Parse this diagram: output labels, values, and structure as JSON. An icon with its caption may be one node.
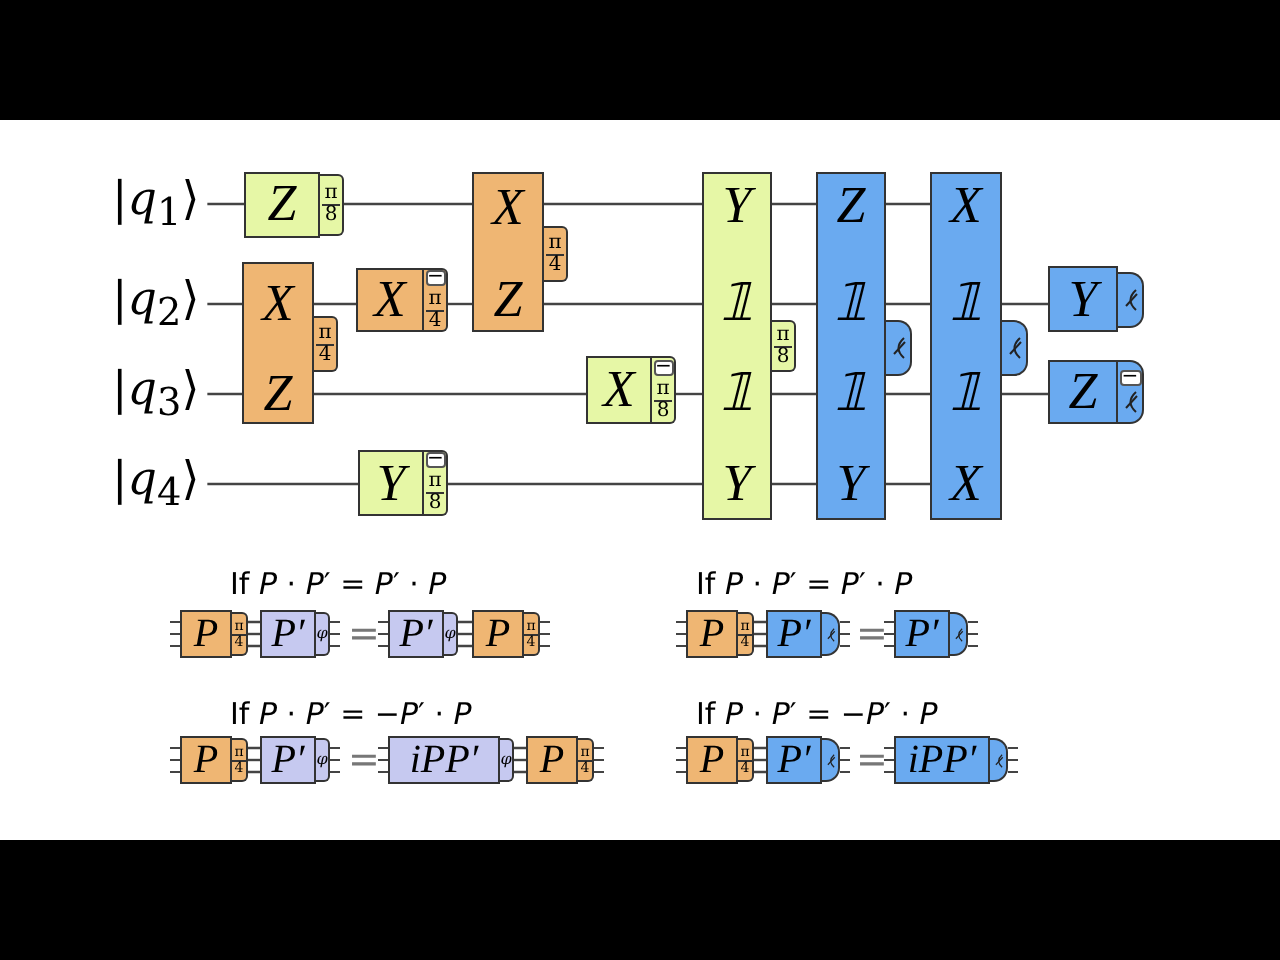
{
  "diagram": {
    "nodes": [
      {
        "text": [
          "|*q*$_{1}$⟩"
        ]
      },
      {
        "text": [
          "|*q*$_{2}$⟩"
        ]
      },
      {
        "text": [
          "|*q*$_{3}$⟩"
        ]
      },
      {
        "text": [
          "|*q*$_{4}$⟩"
        ]
      },
      {
        "text": [
          "Z"
        ],
        "beside": [
          "π",
          "8"
        ]
      },
      {
        "text": [
          "X",
          "Z"
        ],
        "beside": [
          "π",
          "4"
        ]
      },
      {
        "text": [
          "X"
        ],
        "beside": [
          "−",
          "π",
          "4"
        ]
      },
      {
        "text": [
          "X",
          "Z"
        ],
        "beside": [
          "π",
          "4"
        ]
      },
      {
        "text": [
          "X"
        ],
        "beside": [
          "−",
          "π",
          "8"
        ]
      },
      {
        "text": [
          "Y"
        ],
        "beside": [
          "−",
          "π",
          "8"
        ]
      },
      {
        "text": [
          "Y",
          "𝟙",
          "𝟙",
          "Y"
        ],
        "beside": [
          "π",
          "8"
        ]
      },
      {
        "text": [
          "Z",
          "𝟙",
          "𝟙",
          "Y"
        ]
      },
      {
        "text": [
          "X",
          "𝟙",
          "𝟙",
          "X"
        ]
      },
      {
        "text": [
          "Y"
        ]
      },
      {
        "text": [
          "Z"
        ],
        "beside": [
          "−"
        ]
      },
      {
        "text": [
          "P"
        ],
        "beside": [
          "π",
          "4"
        ]
      },
      {
        "text": [
          "P′"
        ],
        "beside": [
          "φ"
        ]
      },
      {
        "text": [
          "P′"
        ],
        "beside": [
          "φ"
        ]
      },
      {
        "text": [
          "P"
        ],
        "beside": [
          "π",
          "4"
        ]
      },
      {
        "text": [
          "P"
        ],
        "beside": [
          "π",
          "4"
        ]
      },
      {
        "text": [
          "P′"
        ],
        "beside": [
          "φ"
        ]
      },
      {
        "text": [
          "iPP′"
        ],
        "beside": [
          "φ"
        ]
      },
      {
        "text": [
          "P"
        ],
        "beside": [
          "π",
          "4"
        ]
      },
      {
        "text": [
          "P"
        ],
        "beside": [
          "π",
          "4"
        ]
      },
      {
        "text": [
          "P′"
        ]
      },
      {
        "text": [
          "P′"
        ]
      },
      {
        "text": [
          "P"
        ],
        "beside": [
          "π",
          "4"
        ]
      },
      {
        "text": [
          "P′"
        ]
      },
      {
        "text": [
          "iPP′"
        ]
      }
    ],
    "edges": [
      {
        "from": 0,
        "to": 4,
        "arrow": "none"
      },
      {
        "from": 4,
        "to": 7,
        "arrow": "none"
      },
      {
        "from": 7,
        "to": 10,
        "arrow": "none"
      },
      {
        "from": 10,
        "to": 11,
        "arrow": "none"
      },
      {
        "from": 11,
        "to": 12,
        "arrow": "none"
      },
      {
        "from": 1,
        "to": 5,
        "arrow": "none"
      },
      {
        "from": 5,
        "to": 6,
        "arrow": "none"
      },
      {
        "from": 6,
        "to": 7,
        "arrow": "none"
      },
      {
        "from": 7,
        "to": 10,
        "arrow": "none"
      },
      {
        "from": 10,
        "to": 11,
        "arrow": "none"
      },
      {
        "from": 11,
        "to": 12,
        "arrow": "none"
      },
      {
        "from": 12,
        "to": 13,
        "arrow": "none"
      },
      {
        "from": 2,
        "to": 5,
        "arrow": "none"
      },
      {
        "from": 5,
        "to": 8,
        "arrow": "none"
      },
      {
        "from": 8,
        "to": 10,
        "arrow": "none"
      },
      {
        "from": 10,
        "to": 11,
        "arrow": "none"
      },
      {
        "from": 11,
        "to": 12,
        "arrow": "none"
      },
      {
        "from": 12,
        "to": 14,
        "arrow": "none"
      },
      {
        "from": 3,
        "to": 9,
        "arrow": "none"
      },
      {
        "from": 9,
        "to": 10,
        "arrow": "none"
      },
      {
        "from": 10,
        "to": 11,
        "arrow": "none"
      },
      {
        "from": 11,
        "to": 12,
        "arrow": "none"
      },
      {
        "from": 15,
        "to": 16,
        "arrow": "none"
      },
      {
        "from": 17,
        "to": 18,
        "arrow": "none"
      },
      {
        "from": 19,
        "to": 20,
        "arrow": "none"
      },
      {
        "from": 21,
        "to": 22,
        "arrow": "none"
      },
      {
        "from": 23,
        "to": 24,
        "arrow": "none"
      },
      {
        "from": 26,
        "to": 27,
        "arrow": "none"
      }
    ],
    "labels": [
      "If *P* · *P*′ = *P*′ · *P*",
      "If *P* · *P*′ = *P*′ · *P*",
      "=",
      "=",
      "If *P* · *P*′ = −*P*′ · *P*",
      "If *P* · *P*′ = −*P*′ · *P*",
      "=",
      "="
    ]
  }
}
